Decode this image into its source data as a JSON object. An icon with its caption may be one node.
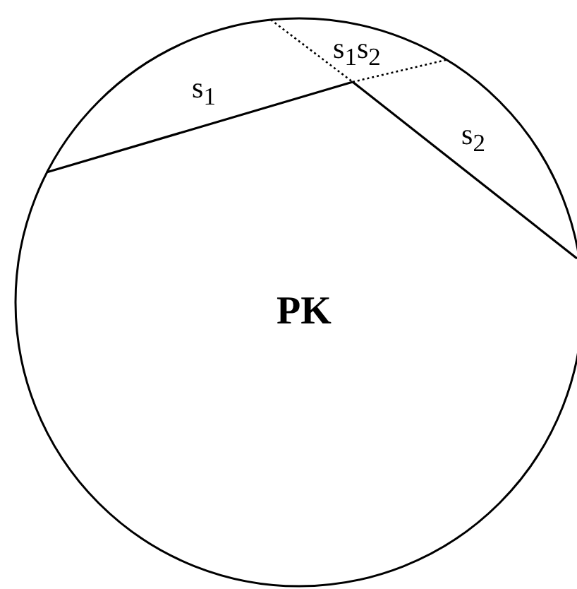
{
  "diagram": {
    "nodes": [
      {
        "text": [
          "PK"
        ]
      }
    ],
    "labels": [
      "s$_{1}$",
      "s$_{1}$s$_{2}$",
      "s$_{2}$"
    ]
  }
}
